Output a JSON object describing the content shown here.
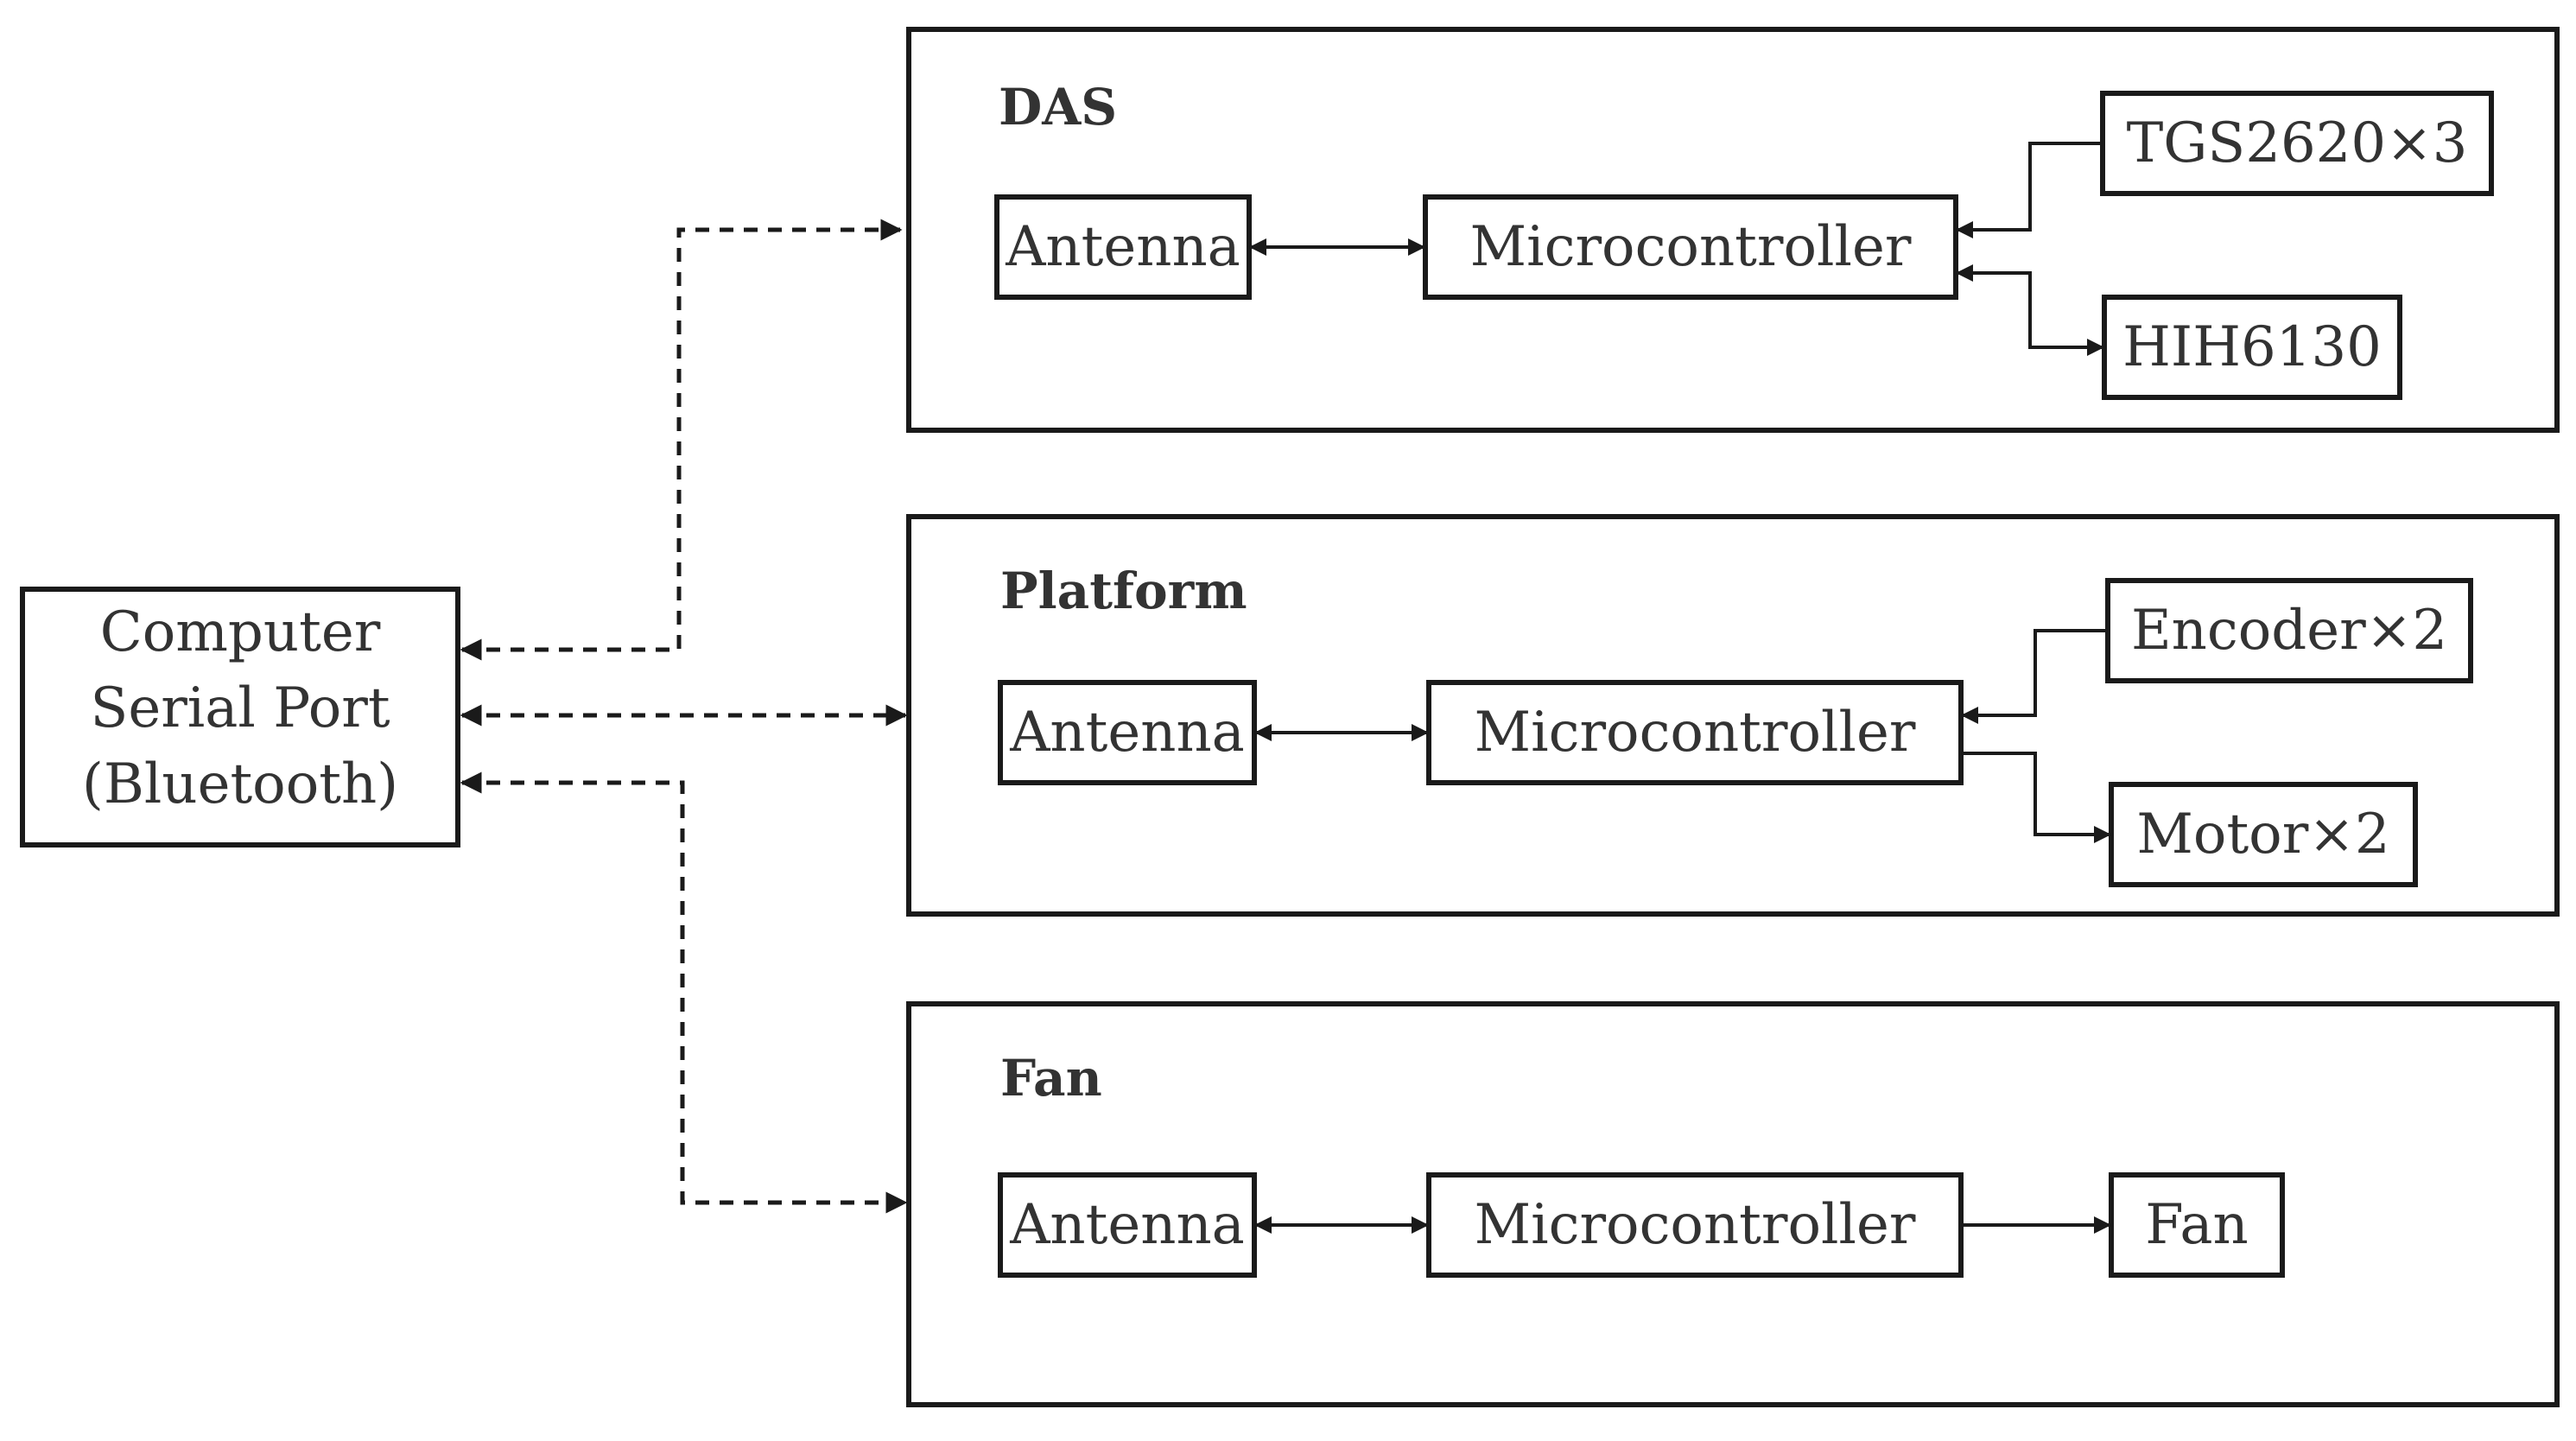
{
  "computer": {
    "line1": "Computer",
    "line2": "Serial Port",
    "line3": "(Bluetooth)"
  },
  "groups": {
    "das": {
      "title": "DAS",
      "antenna": "Antenna",
      "microcontroller": "Microcontroller",
      "sensor1": "TGS2620×3",
      "sensor2": "HIH6130"
    },
    "platform": {
      "title": "Platform",
      "antenna": "Antenna",
      "microcontroller": "Microcontroller",
      "encoder": "Encoder×2",
      "motor": "Motor×2"
    },
    "fan": {
      "title": "Fan",
      "antenna": "Antenna",
      "microcontroller": "Microcontroller",
      "fan": "Fan"
    }
  },
  "colors": {
    "line": "#1a1a1a",
    "text": "#333333",
    "background": "#ffffff"
  }
}
